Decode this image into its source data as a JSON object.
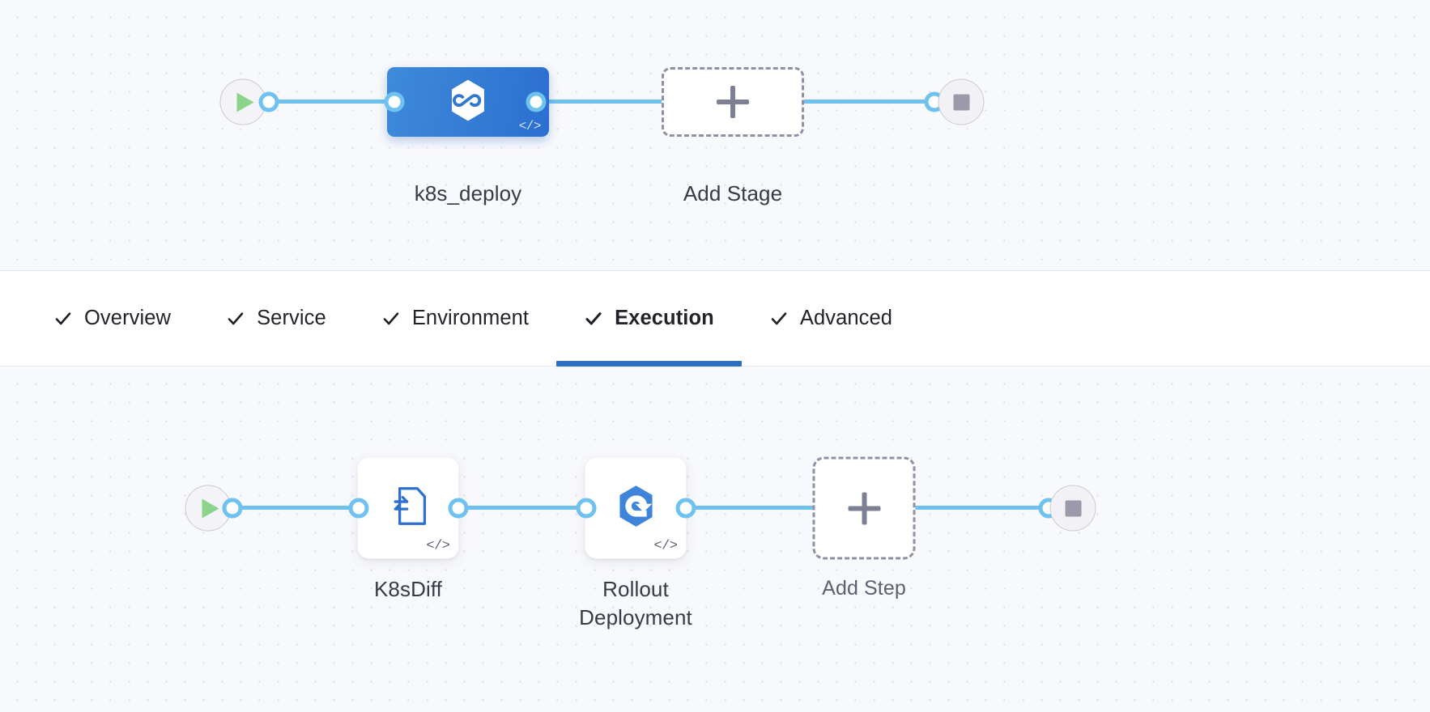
{
  "stage_graph": {
    "name": "pipeline-stage-graph",
    "start_node": {
      "icon": "play-icon",
      "label": ""
    },
    "end_node": {
      "icon": "stop-icon",
      "label": ""
    },
    "nodes": [
      {
        "id": "k8s_deploy",
        "label": "k8s_deploy",
        "icon": "harness-cd-hexagon-icon",
        "badge": "</>",
        "type": "stage",
        "selected": true
      },
      {
        "id": "add_stage",
        "label": "Add Stage",
        "icon": "plus-icon",
        "type": "add"
      }
    ]
  },
  "tabs": {
    "name": "stage-setup-tabs",
    "items": [
      {
        "id": "overview",
        "label": "Overview",
        "check": "check-icon",
        "active": false
      },
      {
        "id": "service",
        "label": "Service",
        "check": "check-icon",
        "active": false
      },
      {
        "id": "environment",
        "label": "Environment",
        "check": "check-icon",
        "active": false
      },
      {
        "id": "execution",
        "label": "Execution",
        "check": "check-icon",
        "active": true
      },
      {
        "id": "advanced",
        "label": "Advanced",
        "check": "check-icon",
        "active": false
      }
    ],
    "active_underline_color": "#2c6ec4"
  },
  "step_graph": {
    "name": "execution-step-graph",
    "start_node": {
      "icon": "play-icon",
      "label": ""
    },
    "end_node": {
      "icon": "stop-icon",
      "label": ""
    },
    "nodes": [
      {
        "id": "k8sdiff",
        "label": "K8sDiff",
        "icon": "k8s-diff-document-icon",
        "badge": "</>",
        "type": "step"
      },
      {
        "id": "rollout_deployment",
        "label": "Rollout\nDeployment",
        "icon": "rollout-deployment-hexagon-icon",
        "badge": "</>",
        "type": "step"
      },
      {
        "id": "add_step",
        "label": "Add Step",
        "icon": "plus-icon",
        "type": "add"
      }
    ]
  },
  "colors": {
    "edge": "#6fc2f0",
    "stage_selected": "#2b6fd0",
    "step_icon_blue": "#3a7fd5",
    "dashed_border": "#8e90a6",
    "canvas_bg": "#f8f9fc"
  }
}
